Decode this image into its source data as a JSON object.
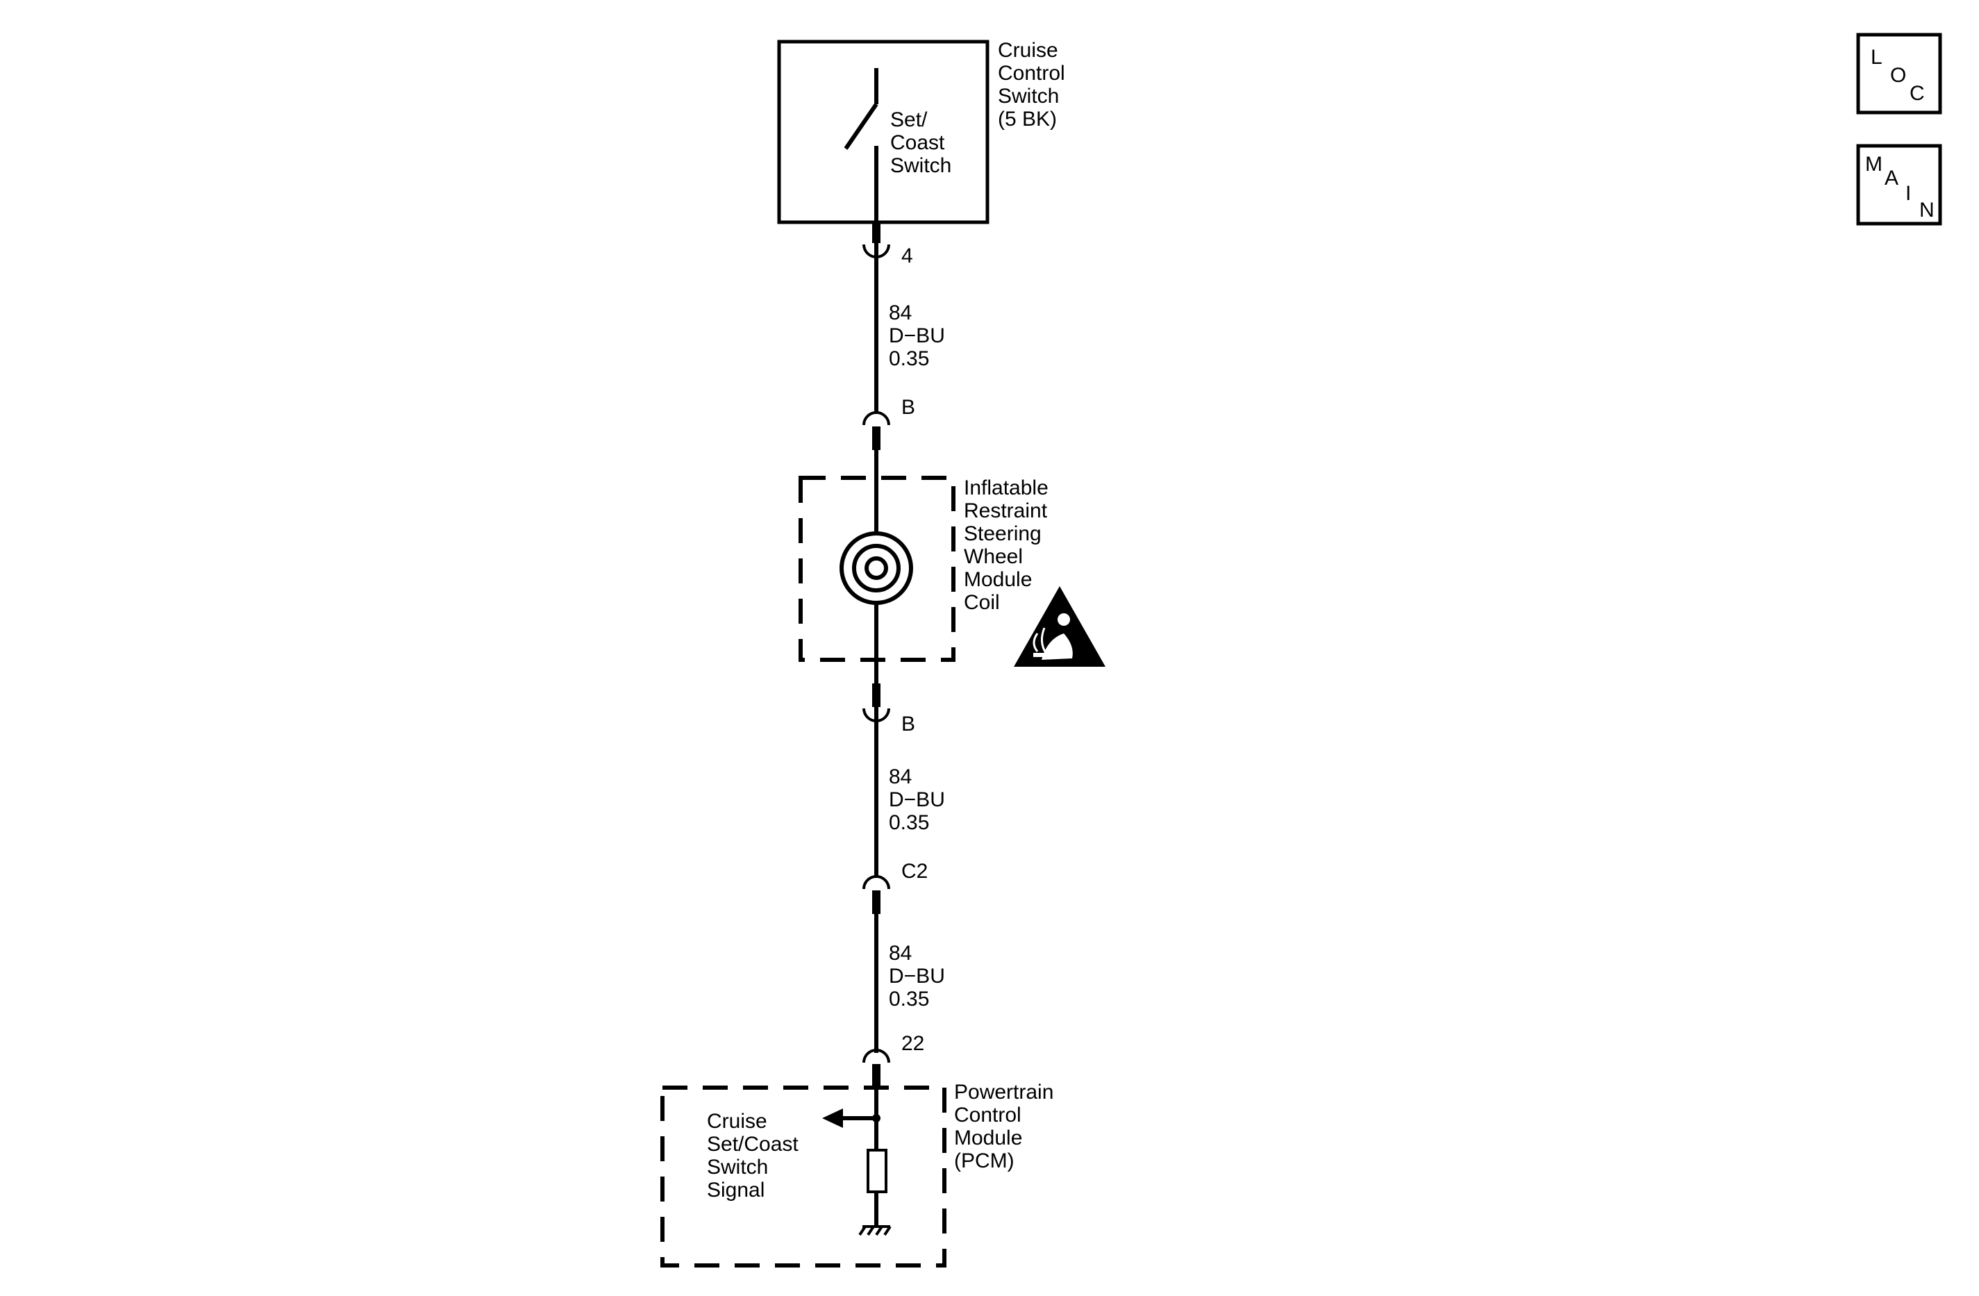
{
  "switch": {
    "title_lines": [
      "Cruise",
      "Control",
      "Switch",
      "(5 BK)"
    ],
    "inner_lines": [
      "Set/",
      "Coast",
      "Switch"
    ]
  },
  "connectors": {
    "switch_pin": "4",
    "coil_top": "B",
    "coil_bottom": "B",
    "inline": "C2",
    "pcm_pin": "22"
  },
  "wires": {
    "seg1": [
      "84",
      "D−BU",
      "0.35"
    ],
    "seg2": [
      "84",
      "D−BU",
      "0.35"
    ],
    "seg3": [
      "84",
      "D−BU",
      "0.35"
    ]
  },
  "coil": {
    "lines": [
      "Inflatable",
      "Restraint",
      "Steering",
      "Wheel",
      "Module",
      "Coil"
    ],
    "warning_icon": "airbag-warning-icon"
  },
  "pcm": {
    "title_lines": [
      "Powertrain",
      "Control",
      "Module",
      "(PCM)"
    ],
    "signal_lines": [
      "Cruise",
      "Set/Coast",
      "Switch",
      "Signal"
    ]
  },
  "nav": {
    "loc": [
      "L",
      "O",
      "C"
    ],
    "main": [
      "M",
      "A",
      "I",
      "N"
    ]
  }
}
